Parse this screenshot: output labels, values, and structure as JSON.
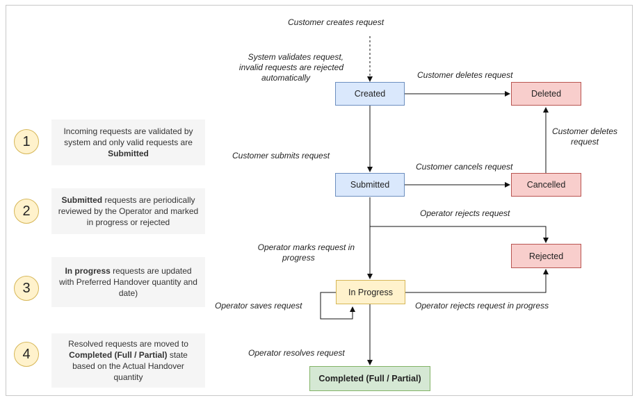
{
  "nodes": {
    "created": "Created",
    "deleted": "Deleted",
    "submitted": "Submitted",
    "cancelled": "Cancelled",
    "rejected": "Rejected",
    "in_progress": "In Progress",
    "completed": "Completed (Full / Partial)"
  },
  "edge_labels": {
    "customer_creates": "Customer creates request",
    "system_validates_1": "System validates request,",
    "system_validates_2": "invalid requests are rejected",
    "system_validates_3": "automatically",
    "customer_deletes_top": "Customer deletes request",
    "customer_deletes_right_1": "Customer deletes",
    "customer_deletes_right_2": "request",
    "customer_submits": "Customer submits request",
    "customer_cancels": "Customer cancels request",
    "operator_rejects": "Operator rejects request",
    "operator_marks_1": "Operator marks request in",
    "operator_marks_2": "progress",
    "operator_saves": "Operator saves request",
    "operator_rejects_in_progress": "Operator rejects request in progress",
    "operator_resolves": "Operator resolves request"
  },
  "steps": [
    {
      "number": "1",
      "pre": "Incoming requests are validated by system and only valid requests are ",
      "bold": "Submitted",
      "post": ""
    },
    {
      "number": "2",
      "pre": "",
      "bold": "Submitted",
      "post": " requests are periodically reviewed by the Operator and marked in progress or rejected"
    },
    {
      "number": "3",
      "pre": "",
      "bold": "In progress",
      "post": " requests are updated with Preferred Handover quantity and date)"
    },
    {
      "number": "4",
      "pre": "Resolved requests are moved to ",
      "bold": "Completed (Full / Partial)",
      "post": " state based on the Actual Handover quantity"
    }
  ]
}
